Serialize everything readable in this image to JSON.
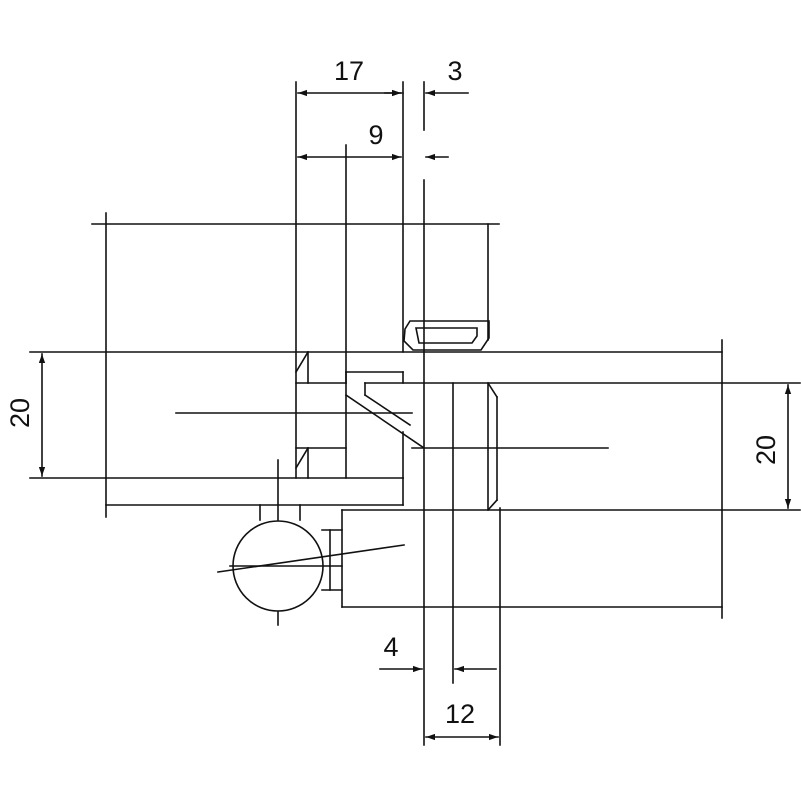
{
  "dimensions": {
    "d17": "17",
    "d3": "3",
    "d9": "9",
    "d20_left": "20",
    "d20_right": "20",
    "d4": "4",
    "d12": "12"
  },
  "colors": {
    "line": "#111111",
    "background": "#ffffff"
  }
}
